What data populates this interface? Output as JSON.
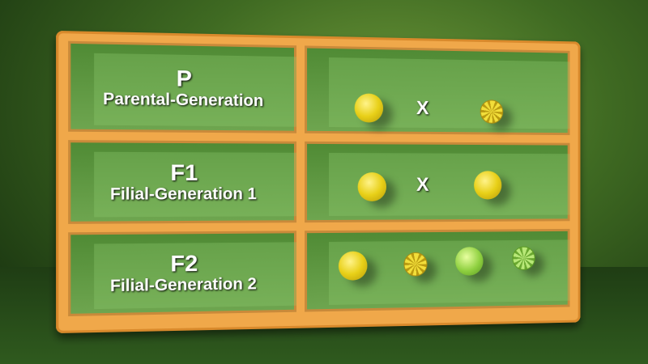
{
  "rows": [
    {
      "symbol": "P",
      "name": "Parental-Generation",
      "cross": "X",
      "peas": [
        "yellow-round",
        "yellow-wrinkled"
      ]
    },
    {
      "symbol": "F1",
      "name": "Filial-Generation 1",
      "cross": "X",
      "peas": [
        "yellow-round",
        "yellow-round"
      ]
    },
    {
      "symbol": "F2",
      "name": "Filial-Generation 2",
      "peas": [
        "yellow-round",
        "yellow-wrinkled",
        "green-round",
        "green-wrinkled"
      ]
    }
  ]
}
